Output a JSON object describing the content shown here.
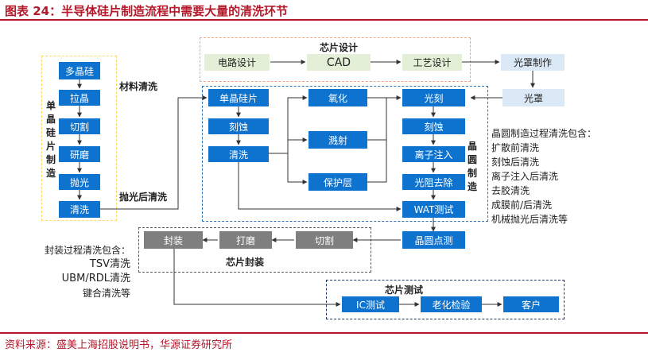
{
  "header": {
    "title": "图表 24：半导体硅片制造流程中需要大量的清洗环节"
  },
  "footer": {
    "source": "资料来源：盛美上海招股说明书，华源证券研究所"
  },
  "chip_design": {
    "label": "芯片设计",
    "circuit": "电路设计",
    "cad": "CAD",
    "process": "工艺设计",
    "mask_making": "光罩制作",
    "mask": "光罩"
  },
  "wafer_mfg": {
    "label": "单晶硅片制造",
    "polysilicon": "多晶硅",
    "pulling": "拉晶",
    "slicing": "切割",
    "grinding": "研磨",
    "polishing": "抛光",
    "cleaning": "清洗",
    "material_clean_label": "材料清洗",
    "post_polish_clean_label": "抛光后清洗"
  },
  "wafer_fab": {
    "label": "晶圆制造",
    "single_crystal": "单晶硅片",
    "etch1": "刻蚀",
    "clean": "清洗",
    "oxidation": "氧化",
    "sputtering": "溅射",
    "protect_layer": "保护层",
    "lithography": "光刻",
    "etch2": "刻蚀",
    "ion_implant": "离子注入",
    "resist_removal": "光阻去除",
    "wat": "WAT测试",
    "cleaning_list": [
      "晶圆制造过程清洗包含：",
      "扩散前清洗",
      "刻蚀后清洗",
      "离子注入后清洗",
      "去胶清洗",
      "成膜前/后清洗",
      "机械抛光后清洗等"
    ]
  },
  "packaging": {
    "label": "芯片封装",
    "probe": "晶圆点测",
    "dicing": "切割",
    "grinding": "打磨",
    "package": "封装",
    "cleaning_list": [
      "封装过程清洗包含：",
      "TSV清洗",
      "UBM/RDL清洗",
      "键合清洗等"
    ]
  },
  "testing": {
    "label": "芯片测试",
    "ic_test": "IC测试",
    "aging": "老化检验",
    "customer": "客户"
  },
  "colors": {
    "primary_blue": "#0e73ce",
    "title_red": "#b3192a",
    "design_border": "#f4a582",
    "wafer_border": "#ffd966",
    "fab_border": "#2e75b6",
    "pack_border": "#595959",
    "test_border": "#1f3864"
  }
}
